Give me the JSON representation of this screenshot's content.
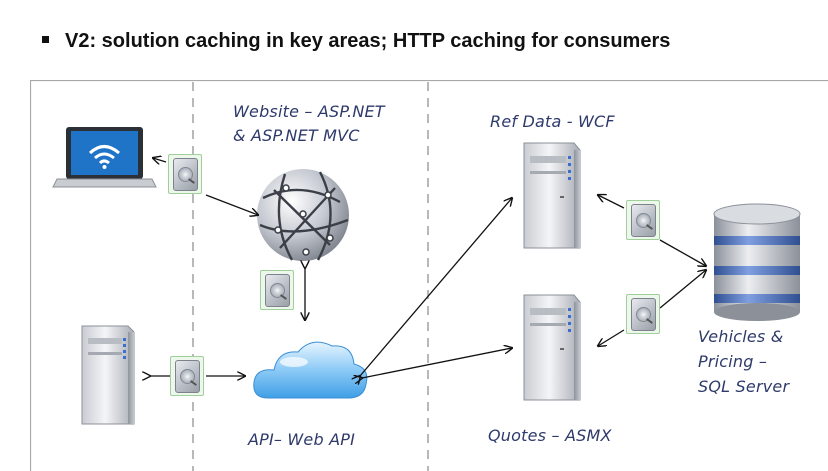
{
  "heading": "V2: solution caching in key areas; HTTP caching for consumers",
  "labels": {
    "website": [
      "Website – ASP.NET",
      "& ASP.NET MVC"
    ],
    "refdata": "Ref Data - WCF",
    "api": "API– Web API",
    "quotes": "Quotes – ASMX",
    "db": [
      "Vehicles &",
      "Pricing –",
      "SQL Server"
    ]
  },
  "icons": {
    "laptop": "laptop-wifi-icon",
    "globe": "globe-icon",
    "cloud": "cloud-icon",
    "server": "server-icon",
    "database": "database-icon",
    "cache": "hard-disk-cache-icon"
  },
  "colors": {
    "border": "#a8a8a8",
    "label_text": "#2e3a6b",
    "cache_badge": "#9fd09a",
    "laptop_screen": "#1f74c8",
    "cloud": "#3f9fe6",
    "db_band": "#4f6fb0"
  }
}
